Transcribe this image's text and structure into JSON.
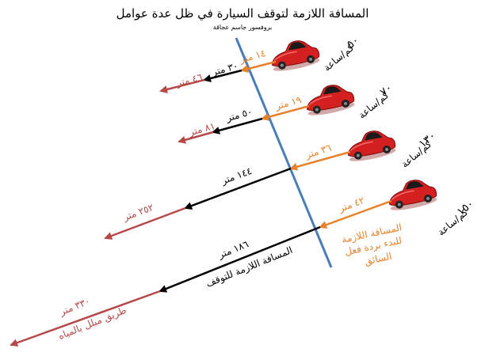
{
  "header": {
    "title": "المسافة اللازمة لتوقف السيارة في ظل عدة عوامل",
    "subtitle": "بروفسور جاسم عجاقة"
  },
  "rows": [
    {
      "speed": "٥٠",
      "speed_unit": "كم/ساعة",
      "reaction": "١٤ متر",
      "stop": "٣٠ متر",
      "wet": "٤٦ متر"
    },
    {
      "speed": "٧٠",
      "speed_unit": "كم/ساعة",
      "reaction": "١٩ متر",
      "stop": "٥٠ متر",
      "wet": "٨١ متر"
    },
    {
      "speed": "١٣٠",
      "speed_unit": "كم/ساعة",
      "reaction": "٣٦ متر",
      "stop": "١٤٤ متر",
      "wet": "٢٥٢ متر"
    },
    {
      "speed": "١٥٠",
      "speed_unit": "كم/ساعة",
      "reaction": "٤٢ متر",
      "stop": "١٨٦ متر",
      "wet": "٣٣٠ متر"
    }
  ],
  "legend": {
    "reaction_line1": "المسافة اللازمة",
    "reaction_line2": "للبدء بردة فعل",
    "reaction_line3": "السائق",
    "stopping": "المسافة اللازمة للتوقف",
    "wet_road": "طريق مبلل بالمياه"
  },
  "colors": {
    "orange": "#e8822a",
    "black": "#000000",
    "wet": "#b5494a",
    "blue_line": "#4a7ebb",
    "car_red": "#d42020"
  }
}
